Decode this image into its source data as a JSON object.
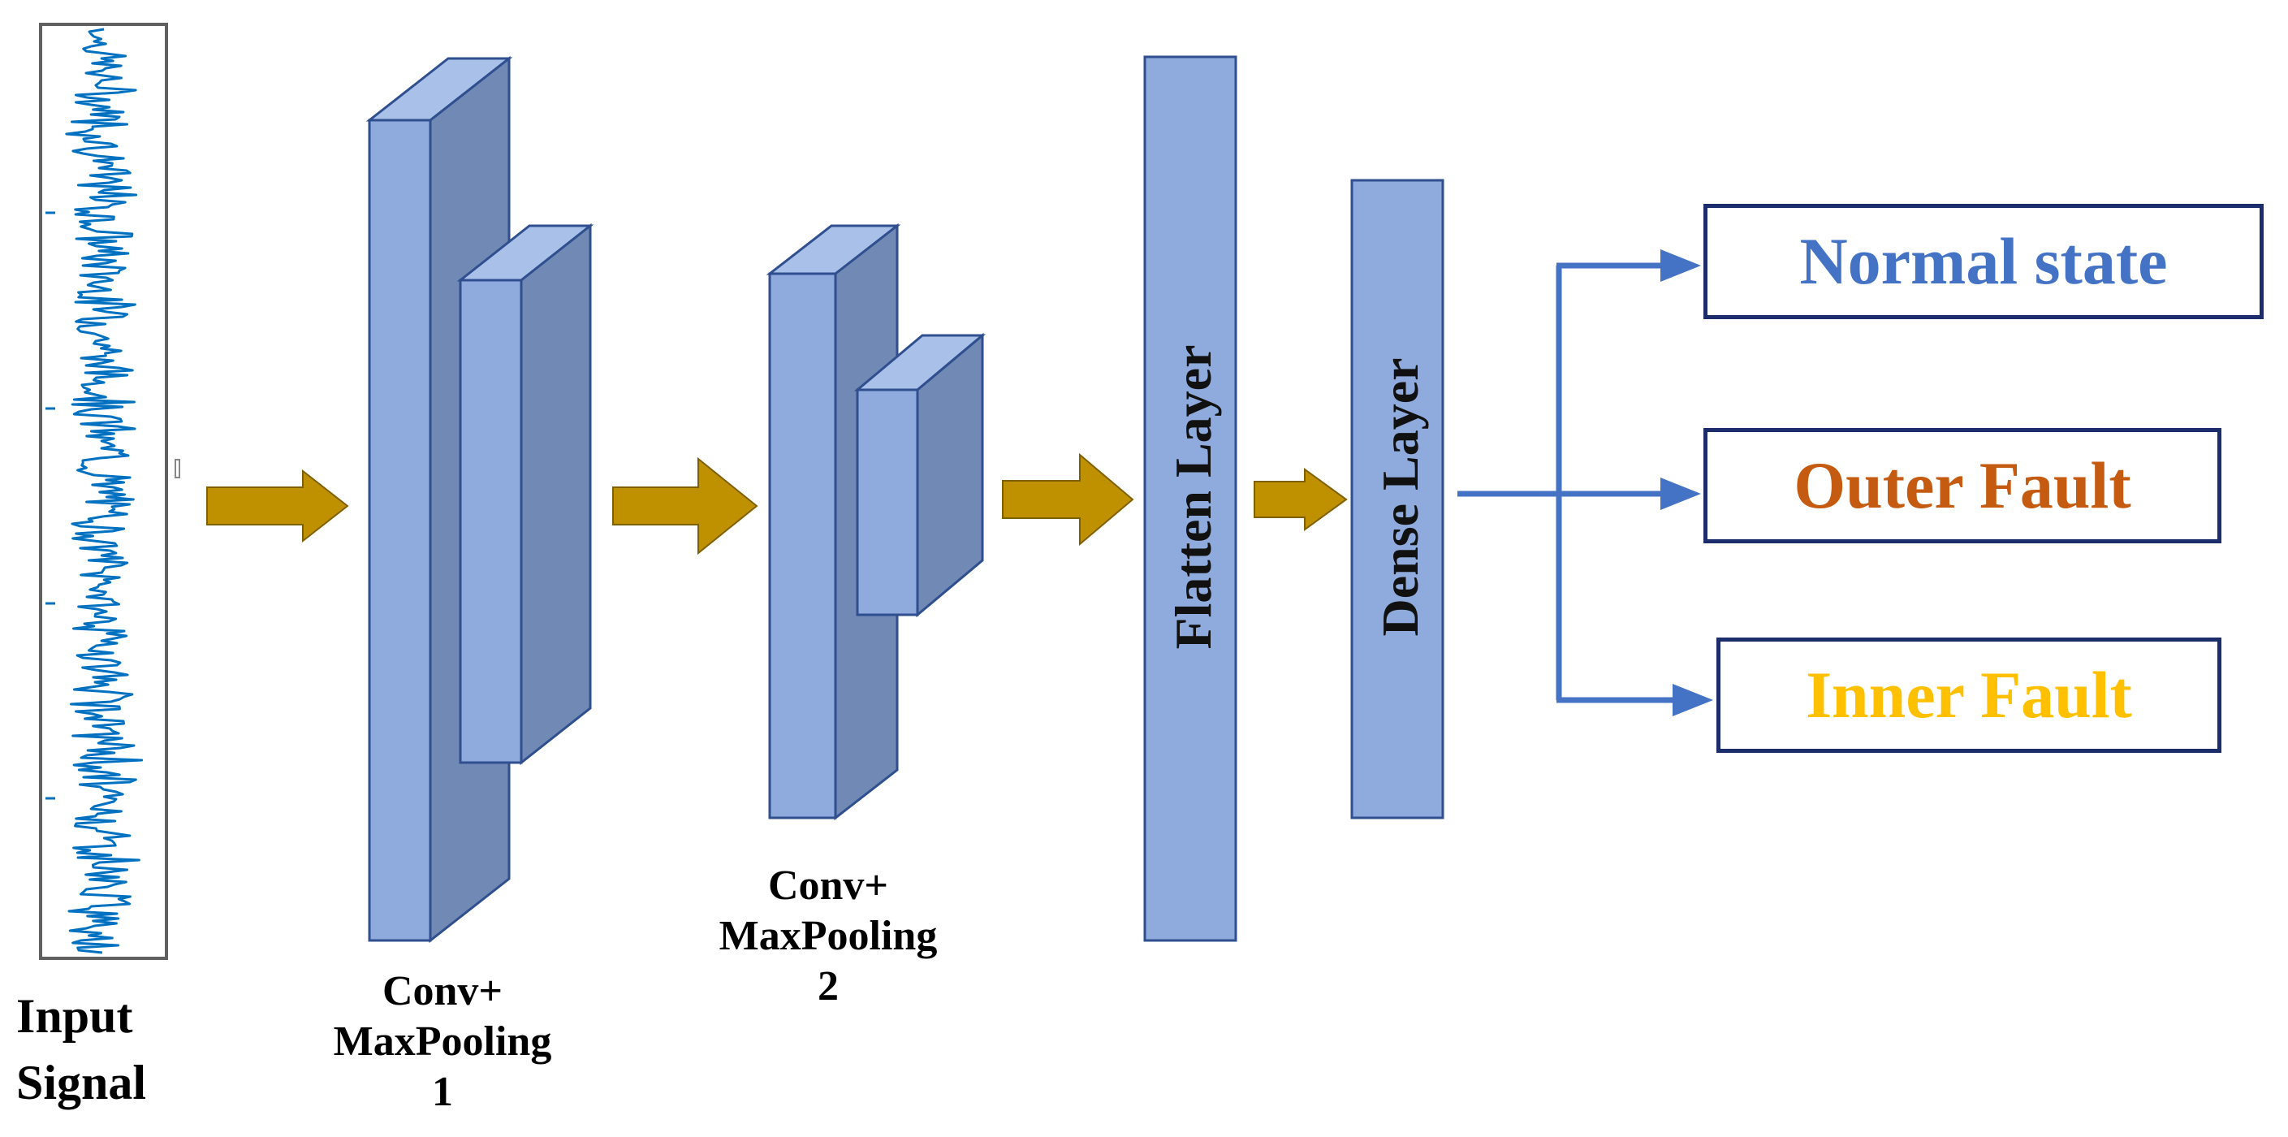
{
  "input": {
    "label_line1": "Input",
    "label_line2": "Signal"
  },
  "conv1": {
    "line1": "Conv+",
    "line2": "MaxPooling",
    "line3": "1"
  },
  "conv2": {
    "line1": "Conv+",
    "line2": "MaxPooling",
    "line3": "2"
  },
  "flatten": {
    "label": "Flatten Layer"
  },
  "dense": {
    "label": "Dense Layer"
  },
  "outputs": [
    {
      "label": "Normal state",
      "color": "#4472C4"
    },
    {
      "label": "Outer Fault",
      "color": "#C55A11"
    },
    {
      "label": "Inner Fault",
      "color": "#FFC000"
    }
  ],
  "colors": {
    "block_front": "#8faadc",
    "block_side": "#7189b5",
    "block_top": "#a9c0e8",
    "block_edge": "#2f4f8f",
    "flow_arrow": "#bf9000",
    "connector": "#4472C4",
    "signal": "#0070c0",
    "box_border": "#1c2d6b"
  }
}
